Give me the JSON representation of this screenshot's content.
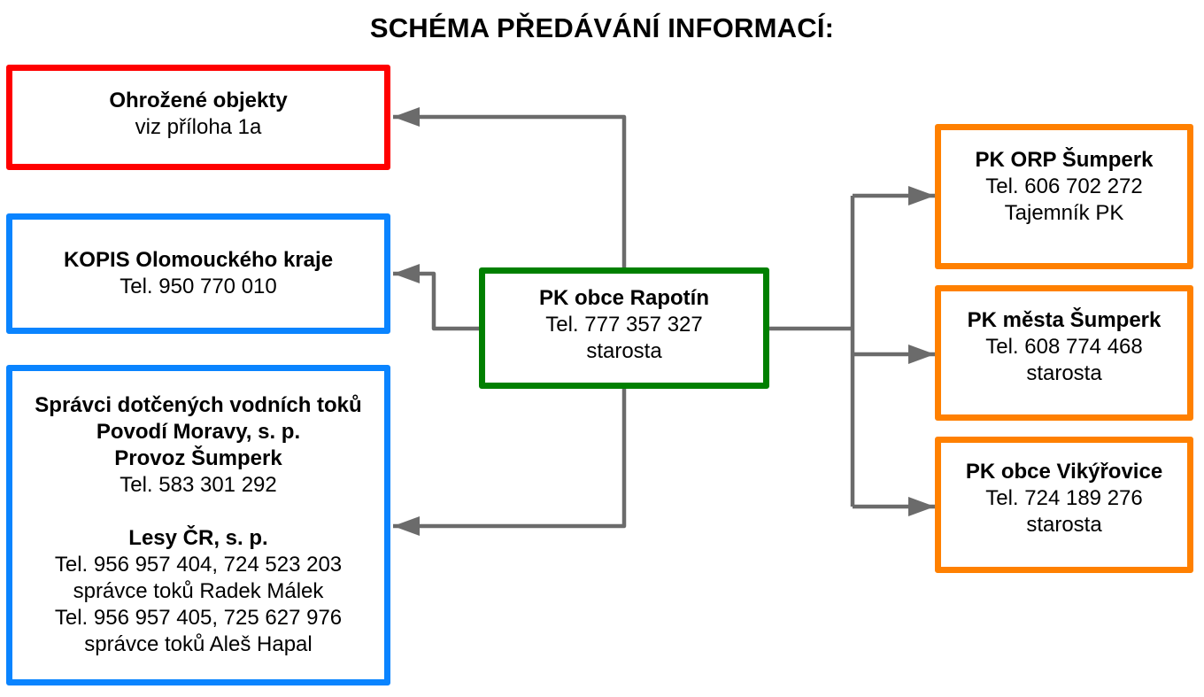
{
  "title": "SCHÉMA PŘEDÁVÁNÍ INFORMACÍ:",
  "colors": {
    "danger": "#ff0000",
    "info": "#0a84ff",
    "source": "#008000",
    "target": "#ff8000",
    "connector": "#6b6b6b"
  },
  "center": {
    "name": "PK obce Rapotín",
    "phone": "Tel. 777 357 327",
    "role": "starosta"
  },
  "left": {
    "ohrozene": {
      "name": "Ohrožené objekty",
      "note": "viz příloha 1a"
    },
    "kopis": {
      "name": "KOPIS Olomouckého kraje",
      "phone": "Tel. 950 770 010"
    },
    "spravci": {
      "heading": "Správci dotčených vodních toků",
      "org1": "Povodí Moravy, s. p.",
      "org1_unit": "Provoz Šumperk",
      "org1_phone": "Tel. 583 301 292",
      "org2": "Lesy ČR, s. p.",
      "org2_phone1": "Tel. 956 957 404, 724 523 203",
      "org2_person1": "správce toků Radek Málek",
      "org2_phone2": "Tel. 956 957 405, 725 627 976",
      "org2_person2": "správce toků Aleš Hapal"
    }
  },
  "right": [
    {
      "name": "PK ORP Šumperk",
      "phone": "Tel. 606 702 272",
      "role": "Tajemník PK"
    },
    {
      "name": "PK města Šumperk",
      "phone": "Tel. 608 774 468",
      "role": "starosta"
    },
    {
      "name": "PK obce Vikýřovice",
      "phone": "Tel. 724 189 276",
      "role": "starosta"
    }
  ],
  "edges": [
    {
      "from": "PK obce Rapotín",
      "to": "Ohrožené objekty"
    },
    {
      "from": "PK obce Rapotín",
      "to": "KOPIS Olomouckého kraje"
    },
    {
      "from": "PK obce Rapotín",
      "to": "Správci dotčených vodních toků"
    },
    {
      "from": "PK obce Rapotín",
      "to": "PK ORP Šumperk"
    },
    {
      "from": "PK obce Rapotín",
      "to": "PK města Šumperk"
    },
    {
      "from": "PK obce Rapotín",
      "to": "PK obce Vikýřovice"
    }
  ]
}
